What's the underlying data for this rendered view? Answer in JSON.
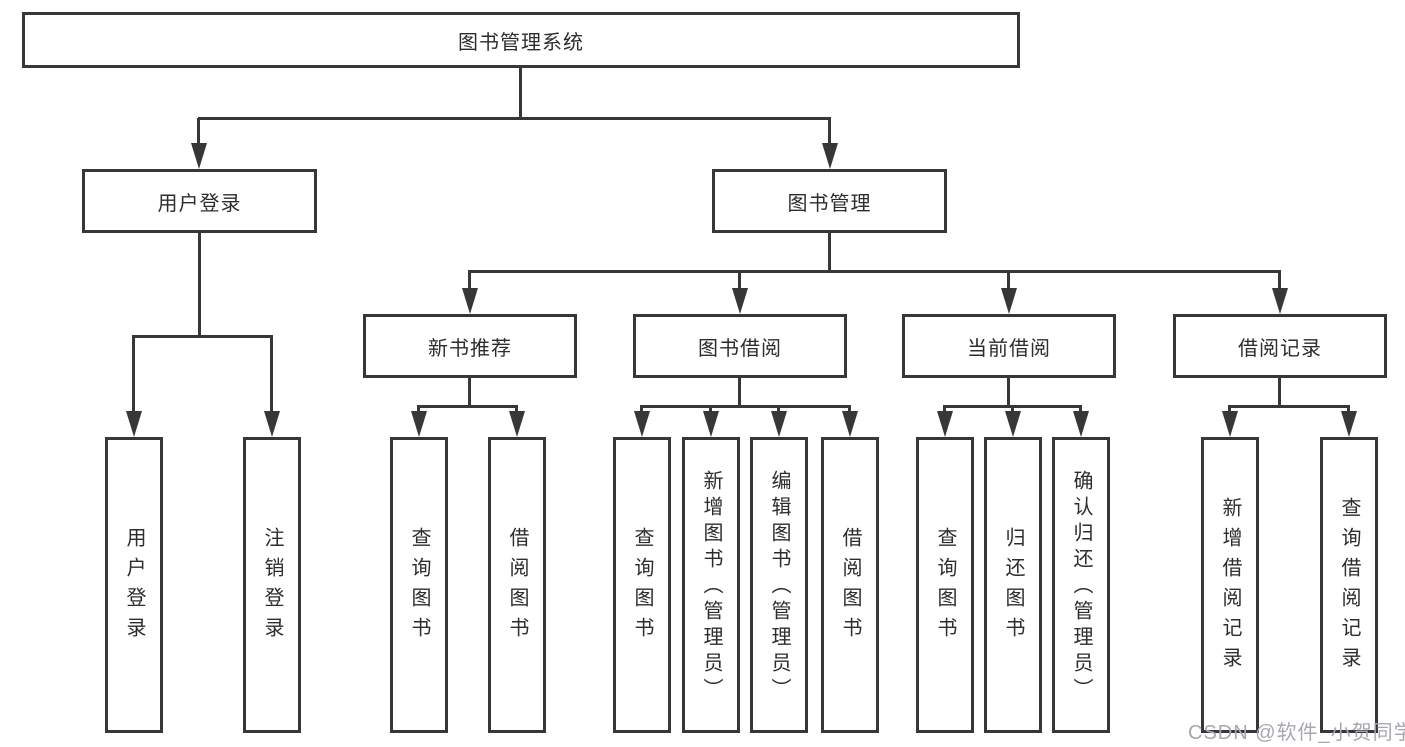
{
  "diagram": {
    "root_label": "图书管理系统",
    "level2": [
      {
        "label": "用户登录"
      },
      {
        "label": "图书管理"
      }
    ],
    "login_children": [
      "用户登录",
      "注销登录"
    ],
    "modules": [
      {
        "label": "新书推荐",
        "items": [
          "查询图书",
          "借阅图书"
        ]
      },
      {
        "label": "图书借阅",
        "items": [
          "查询图书",
          "新增图书（管理员）",
          "编辑图书（管理员）",
          "借阅图书"
        ]
      },
      {
        "label": "当前借阅",
        "items": [
          "查询图书",
          "归还图书",
          "确认归还（管理员）"
        ]
      },
      {
        "label": "借阅记录",
        "items": [
          "新增借阅记录",
          "查询借阅记录"
        ]
      }
    ],
    "watermark": "CSDN @软件_小贺同学",
    "colors": {
      "line": "#373737",
      "text": "#2d2d2d",
      "background": "#ffffff",
      "watermark": "#a7a7b0"
    }
  }
}
